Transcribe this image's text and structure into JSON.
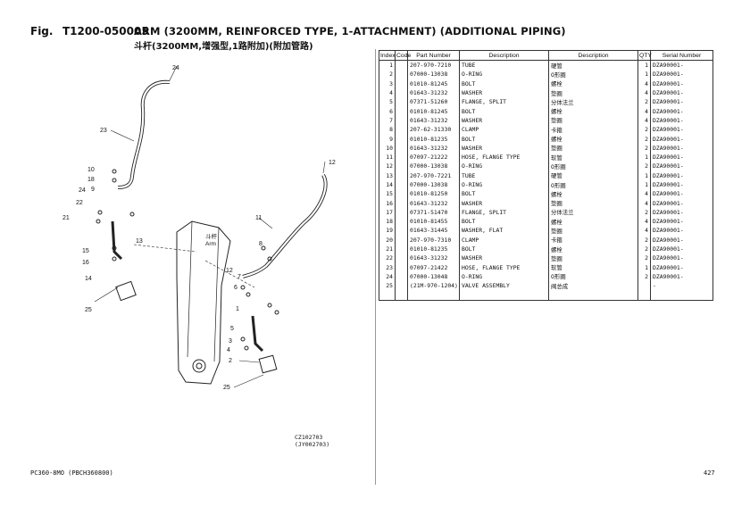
{
  "header": {
    "fig_label": "Fig.",
    "code": "T1200-050005",
    "title_en": "ARM (3200MM, REINFORCED TYPE, 1-ATTACHMENT) (ADDITIONAL PIPING)",
    "title_cn": "斗杆(3200MM,增强型,1路附加)(附加管路)"
  },
  "table": {
    "columns": [
      "Index",
      "Code",
      "Part Number",
      "Description",
      "Description",
      "QTY",
      "Serial Number"
    ],
    "rows": [
      {
        "idx": "1",
        "code": "",
        "part": "207-970-7210",
        "desc_en": "TUBE",
        "desc_cn": "硬管",
        "qty": "1",
        "serial": "DZA90001-"
      },
      {
        "idx": "2",
        "code": "",
        "part": "07000-13038",
        "desc_en": "O-RING",
        "desc_cn": "O形圈",
        "qty": "1",
        "serial": "DZA90001-"
      },
      {
        "idx": "3",
        "code": "",
        "part": "01010-81245",
        "desc_en": "BOLT",
        "desc_cn": "螺栓",
        "qty": "4",
        "serial": "DZA90001-"
      },
      {
        "idx": "4",
        "code": "",
        "part": "01643-31232",
        "desc_en": "WASHER",
        "desc_cn": "垫圈",
        "qty": "4",
        "serial": "DZA90001-"
      },
      {
        "idx": "5",
        "code": "",
        "part": "07371-51260",
        "desc_en": "FLANGE, SPLIT",
        "desc_cn": "分体法兰",
        "qty": "2",
        "serial": "DZA90001-"
      },
      {
        "idx": "6",
        "code": "",
        "part": "01010-81245",
        "desc_en": "BOLT",
        "desc_cn": "螺栓",
        "qty": "4",
        "serial": "DZA90001-"
      },
      {
        "idx": "7",
        "code": "",
        "part": "01643-31232",
        "desc_en": "WASHER",
        "desc_cn": "垫圈",
        "qty": "4",
        "serial": "DZA90001-"
      },
      {
        "idx": "8",
        "code": "",
        "part": "207-62-31330",
        "desc_en": "CLAMP",
        "desc_cn": "卡箍",
        "qty": "2",
        "serial": "DZA90001-"
      },
      {
        "idx": "9",
        "code": "",
        "part": "01010-81235",
        "desc_en": "BOLT",
        "desc_cn": "螺栓",
        "qty": "2",
        "serial": "DZA90001-"
      },
      {
        "idx": "10",
        "code": "",
        "part": "01643-31232",
        "desc_en": "WASHER",
        "desc_cn": "垫圈",
        "qty": "2",
        "serial": "DZA90001-"
      },
      {
        "idx": "11",
        "code": "",
        "part": "07097-21222",
        "desc_en": "HOSE, FLANGE TYPE",
        "desc_cn": "软管",
        "qty": "1",
        "serial": "DZA90001-"
      },
      {
        "idx": "12",
        "code": "",
        "part": "07000-13038",
        "desc_en": "O-RING",
        "desc_cn": "O形圈",
        "qty": "2",
        "serial": "DZA90001-"
      },
      {
        "idx": "13",
        "code": "",
        "part": "207-970-7221",
        "desc_en": "TUBE",
        "desc_cn": "硬管",
        "qty": "1",
        "serial": "DZA90001-"
      },
      {
        "idx": "14",
        "code": "",
        "part": "07000-13038",
        "desc_en": "O-RING",
        "desc_cn": "O形圈",
        "qty": "1",
        "serial": "DZA90001-"
      },
      {
        "idx": "15",
        "code": "",
        "part": "01010-81250",
        "desc_en": "BOLT",
        "desc_cn": "螺栓",
        "qty": "4",
        "serial": "DZA90001-"
      },
      {
        "idx": "16",
        "code": "",
        "part": "01643-31232",
        "desc_en": "WASHER",
        "desc_cn": "垫圈",
        "qty": "4",
        "serial": "DZA90001-"
      },
      {
        "idx": "17",
        "code": "",
        "part": "07371-51470",
        "desc_en": "FLANGE, SPLIT",
        "desc_cn": "分体法兰",
        "qty": "2",
        "serial": "DZA90001-"
      },
      {
        "idx": "18",
        "code": "",
        "part": "01010-81455",
        "desc_en": "BOLT",
        "desc_cn": "螺栓",
        "qty": "4",
        "serial": "DZA90001-"
      },
      {
        "idx": "19",
        "code": "",
        "part": "01643-31445",
        "desc_en": "WASHER, FLAT",
        "desc_cn": "垫圈",
        "qty": "4",
        "serial": "DZA90001-"
      },
      {
        "idx": "20",
        "code": "",
        "part": "207-970-7310",
        "desc_en": "CLAMP",
        "desc_cn": "卡箍",
        "qty": "2",
        "serial": "DZA90001-"
      },
      {
        "idx": "21",
        "code": "",
        "part": "01010-81235",
        "desc_en": "BOLT",
        "desc_cn": "螺栓",
        "qty": "2",
        "serial": "DZA90001-"
      },
      {
        "idx": "22",
        "code": "",
        "part": "01643-31232",
        "desc_en": "WASHER",
        "desc_cn": "垫圈",
        "qty": "2",
        "serial": "DZA90001-"
      },
      {
        "idx": "23",
        "code": "",
        "part": "07097-21422",
        "desc_en": "HOSE, FLANGE TYPE",
        "desc_cn": "软管",
        "qty": "1",
        "serial": "DZA90001-"
      },
      {
        "idx": "24",
        "code": "",
        "part": "07000-13048",
        "desc_en": "O-RING",
        "desc_cn": "O形圈",
        "qty": "2",
        "serial": "DZA90001-"
      },
      {
        "idx": "25",
        "code": "",
        "part": "(21M-970-1204)",
        "desc_en": "VALVE ASSEMBLY",
        "desc_cn": "阀总成",
        "qty": "",
        "serial": "-"
      }
    ]
  },
  "diagram": {
    "callouts": [
      "24",
      "23",
      "10",
      "18",
      "9",
      "24",
      "22",
      "21",
      "13",
      "15",
      "16",
      "14",
      "25",
      "12",
      "11",
      "8",
      "12",
      "7",
      "6",
      "1",
      "5",
      "3",
      "4",
      "2",
      "25"
    ],
    "arm_label_cn": "斗杆",
    "arm_label_en": "Arm",
    "ref_code_1": "CZ102703",
    "ref_code_2": "(JY002703)"
  },
  "footer": {
    "model": "PC360-8MO (PBCH360800)",
    "page": "427"
  }
}
